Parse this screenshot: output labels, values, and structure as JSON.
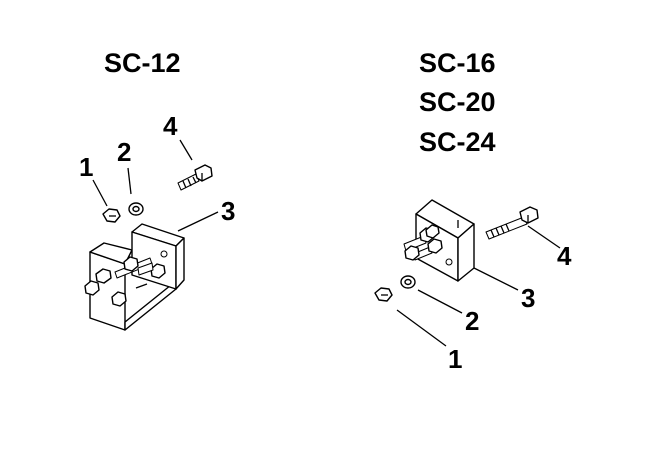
{
  "groups": [
    {
      "title": "SC-12",
      "callouts": [
        "1",
        "2",
        "3",
        "4"
      ]
    },
    {
      "titles": [
        "SC-16",
        "SC-20",
        "SC-24"
      ],
      "callouts": [
        "1",
        "2",
        "3",
        "4"
      ]
    }
  ]
}
